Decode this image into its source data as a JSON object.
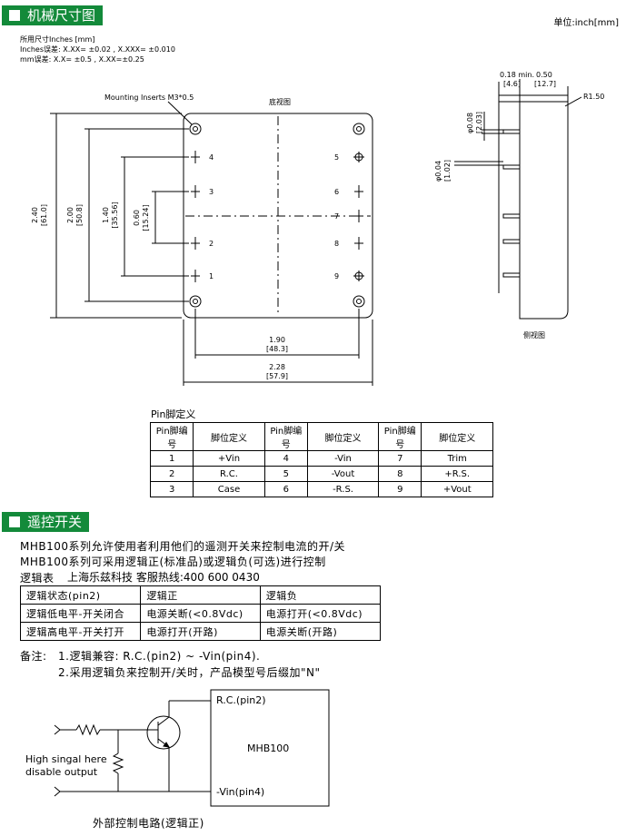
{
  "section1": {
    "title": "机械尺寸图",
    "unit": "单位:inch[mm]"
  },
  "tolerance": [
    "所用尺寸Inches [mm]",
    "Inches误差: X.XX= ±0.02 , X.XXX= ±0.010",
    "mm误差: X.X= ±0.5 , X.XX=±0.25"
  ],
  "bottom_view": {
    "label": "底视图",
    "mounting_label": "Mounting Inserts M3*0.5",
    "pins_left": [
      "4",
      "3",
      "2",
      "1"
    ],
    "pins_right": [
      "5",
      "6",
      "7",
      "8",
      "9"
    ],
    "dims": {
      "h240": "2.40",
      "h240mm": "[61.0]",
      "h200": "2.00",
      "h200mm": "[50.8]",
      "h140": "1.40",
      "h140mm": "[35.56]",
      "h060": "0.60",
      "h060mm": "[15.24]",
      "w190": "1.90",
      "w190mm": "[48.3]",
      "w228": "2.28",
      "w228mm": "[57.9]"
    }
  },
  "side_view": {
    "label": "侧视图",
    "d018": "0.18 min.",
    "d018mm": "[4.6]",
    "d050": "0.50",
    "d050mm": "[12.7]",
    "r150": "R1.50",
    "phi008": "φ0.08",
    "phi008mm": "[2.03]",
    "phi004": "φ0.04",
    "phi004mm": "[1.02]"
  },
  "pin_table": {
    "title": "Pin脚定义",
    "headers": [
      "Pin脚编号",
      "脚位定义",
      "Pin脚编号",
      "脚位定义",
      "Pin脚编号",
      "脚位定义"
    ],
    "rows": [
      [
        "1",
        "+Vin",
        "4",
        "-Vin",
        "7",
        "Trim"
      ],
      [
        "2",
        "R.C.",
        "5",
        "-Vout",
        "8",
        "+R.S."
      ],
      [
        "3",
        "Case",
        "6",
        "-R.S.",
        "9",
        "+Vout"
      ]
    ]
  },
  "section2": {
    "title": "遥控开关"
  },
  "remote_text": {
    "line1": "MHB100系列允许使用者利用他们的遥测开关来控制电流的开/关",
    "line2": "MHB100系列可采用逻辑正(标准品)或逻辑负(可选)进行控制",
    "logic_label": "逻辑表",
    "company": "上海乐兹科技 客服热线:400 600 0430"
  },
  "logic_table": {
    "headers": [
      "逻辑状态(pin2)",
      "逻辑正",
      "逻辑负"
    ],
    "rows": [
      [
        "逻辑低电平-开关闭合",
        "电源关断(<0.8Vdc)",
        "电源打开(<0.8Vdc)"
      ],
      [
        "逻辑高电平-开关打开",
        "电源打开(开路)",
        "电源关断(开路)"
      ]
    ]
  },
  "notes": {
    "label": "备注:",
    "n1": "1.逻辑兼容: R.C.(pin2) ~ -Vin(pin4).",
    "n2": "2.采用逻辑负来控制开/关时，产品模型号后缀加\"N\""
  },
  "circuit": {
    "rc": "R.C.(pin2)",
    "vin": "-Vin(pin4)",
    "module": "MHB100",
    "high_label_1": "High singal here",
    "high_label_2": "disable output",
    "caption": "外部控制电路(逻辑正)"
  }
}
